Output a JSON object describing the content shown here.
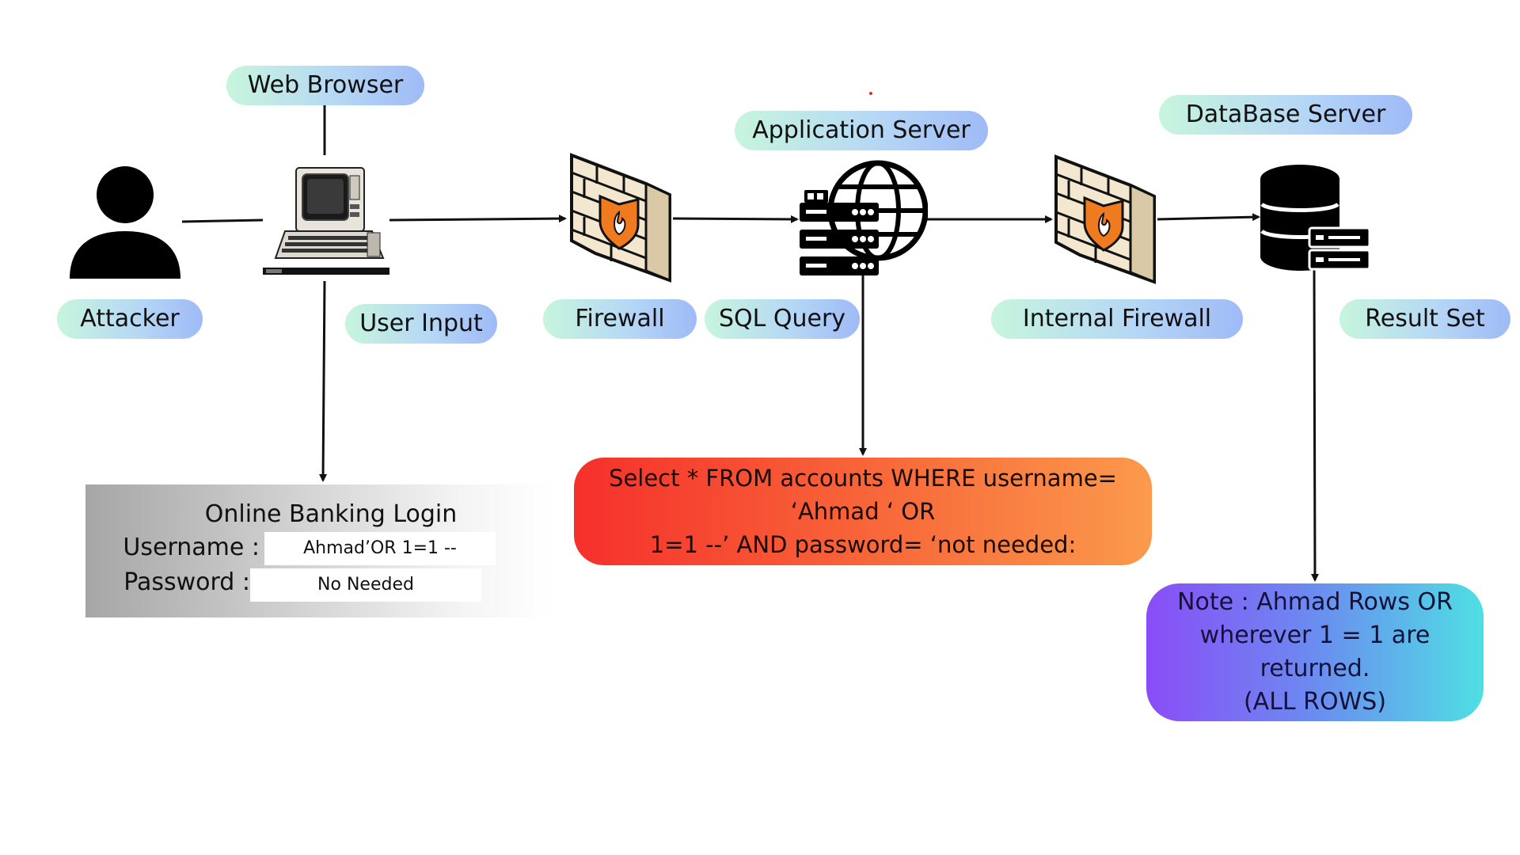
{
  "labels": {
    "web_browser": "Web  Browser",
    "application_server": "Application Server",
    "database_server": "DataBase Server",
    "attacker": "Attacker",
    "user_input": "User Input",
    "firewall": "Firewall",
    "sql_query": "SQL Query",
    "internal_firewall": "Internal Firewall",
    "result_set": "Result Set"
  },
  "login": {
    "title": "Online Banking Login",
    "username_label": "Username :",
    "username_value": "Ahmad’OR 1=1 --",
    "password_label": "Password :",
    "password_value": "No Needed"
  },
  "query": {
    "line1": "Select * FROM accounts WHERE username=",
    "line2": "‘Ahmad ‘ OR",
    "line3": "1=1 --’ AND password= ‘not needed:"
  },
  "note": {
    "line1": "Note : Ahmad Rows OR",
    "line2": "wherever 1 = 1 are returned.",
    "line3": "(ALL ROWS)"
  },
  "colors": {
    "pill_gradient_start": "#c7f5dd",
    "pill_gradient_end": "#9fbaf7",
    "query_gradient_start": "#f5302b",
    "query_gradient_end": "#fb9a4c",
    "note_gradient_start": "#8a4df7",
    "note_gradient_end": "#4fdfe3",
    "firewall_shield": "#f07a1e"
  },
  "icons": [
    "attacker-person-icon",
    "retro-computer-icon",
    "firewall-icon",
    "server-globe-icon",
    "internal-firewall-icon",
    "database-server-icon"
  ]
}
